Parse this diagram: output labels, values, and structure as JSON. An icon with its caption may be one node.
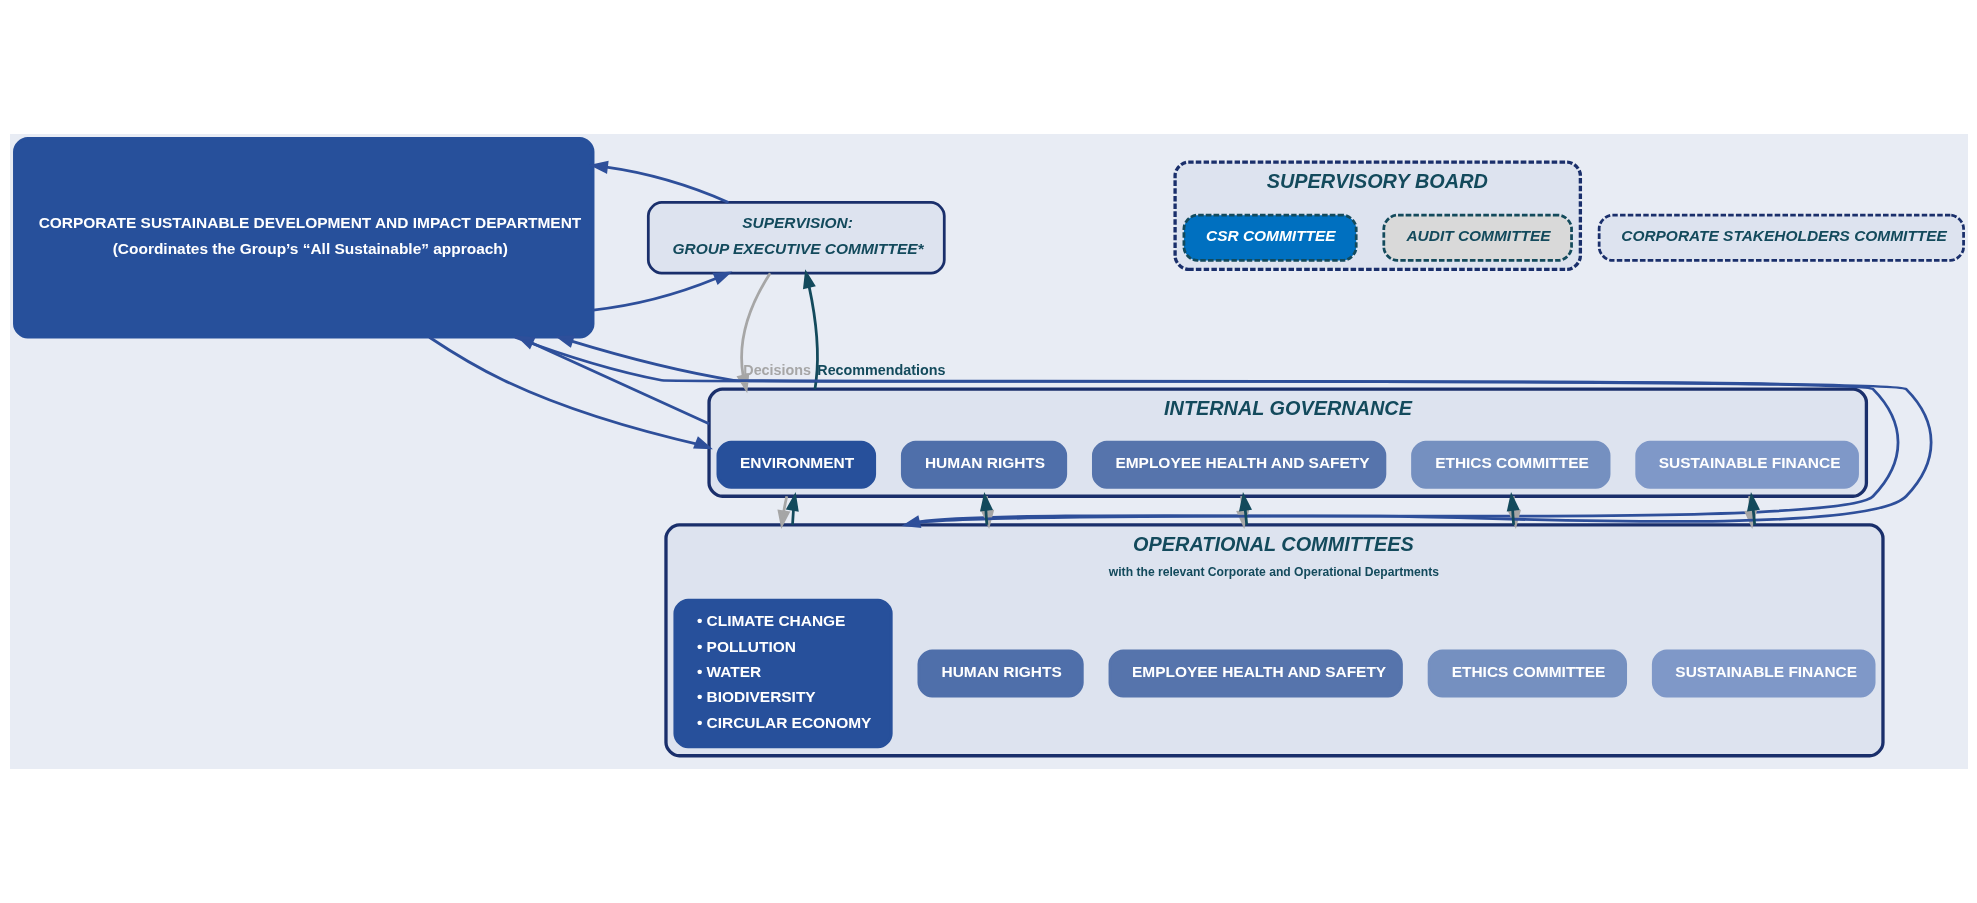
{
  "diagram": {
    "nodes": [
      {
        "text": [
          "CORPORATE SUSTAINABLE DEVELOPMENT AND IMPACT DEPARTMENT",
          "(Coordinates the Group’s “All Sustainable” approach)"
        ]
      },
      {
        "text": [
          "SUPERVISION:",
          "GROUP EXECUTIVE COMMITTEE*"
        ]
      },
      {
        "text": [
          "SUPERVISORY BOARD"
        ]
      },
      {
        "text": [
          "AUDIT COMMITTEE"
        ],
        "in": 2
      },
      {
        "text": [
          "CSR COMMITTEE"
        ],
        "in": 2
      },
      {
        "text": [
          "CORPORATE STAKEHOLDERS COMMITTEE"
        ]
      },
      {
        "text": [
          "INTERNAL GOVERNANCE"
        ]
      },
      {
        "text": [
          "ENVIRONMENT"
        ],
        "in": 6
      },
      {
        "text": [
          "HUMAN RIGHTS"
        ],
        "in": 6
      },
      {
        "text": [
          "EMPLOYEE HEALTH AND SAFETY"
        ],
        "in": 6
      },
      {
        "text": [
          "ETHICS COMMITTEE"
        ],
        "in": 6
      },
      {
        "text": [
          "SUSTAINABLE FINANCE"
        ],
        "in": 6
      },
      {
        "text": [
          "OPERATIONAL COMMITTEES",
          "with the relevant Corporate and Operational Departments"
        ]
      },
      {
        "text": [
          "• CLIMATE CHANGE",
          "• POLLUTION",
          "• WATER",
          "• BIODIVERSITY",
          "• CIRCULAR ECONOMY"
        ],
        "in": 12
      },
      {
        "text": [
          "HUMAN RIGHTS"
        ],
        "in": 12
      },
      {
        "text": [
          "EMPLOYEE HEALTH AND SAFETY"
        ],
        "in": 12
      },
      {
        "text": [
          "ETHICS COMMITTEE"
        ],
        "in": 12
      },
      {
        "text": [
          "SUSTAINABLE FINANCE"
        ],
        "in": 12
      }
    ],
    "edges": [
      {
        "from": 0,
        "to": 1,
        "arrow": "to"
      },
      {
        "from": 1,
        "to": 0,
        "arrow": "to"
      },
      {
        "from": 0,
        "to": 6,
        "arrow": "to"
      },
      {
        "from": 6,
        "to": 0,
        "arrow": "to"
      },
      {
        "from": 0,
        "to": 12,
        "arrow": "to"
      },
      {
        "from": 12,
        "to": 0,
        "arrow": "to"
      },
      {
        "from": 1,
        "to": 6,
        "arrow": "to",
        "label": "Decisions",
        "color": "#a6a6a6"
      },
      {
        "from": 6,
        "to": 1,
        "arrow": "to",
        "label": "Recommendations",
        "color": "#134a5c"
      },
      {
        "from": 7,
        "to": 13,
        "arrow": "to",
        "color": "#a6a6a6"
      },
      {
        "from": 13,
        "to": 7,
        "arrow": "to",
        "color": "#134a5c"
      },
      {
        "from": 8,
        "to": 14,
        "arrow": "to",
        "color": "#a6a6a6"
      },
      {
        "from": 14,
        "to": 8,
        "arrow": "to",
        "color": "#134a5c"
      },
      {
        "from": 9,
        "to": 15,
        "arrow": "to",
        "color": "#a6a6a6"
      },
      {
        "from": 15,
        "to": 9,
        "arrow": "to",
        "color": "#134a5c"
      },
      {
        "from": 10,
        "to": 16,
        "arrow": "to",
        "color": "#a6a6a6"
      },
      {
        "from": 16,
        "to": 10,
        "arrow": "to",
        "color": "#134a5c"
      },
      {
        "from": 11,
        "to": 17,
        "arrow": "to",
        "color": "#a6a6a6"
      },
      {
        "from": 17,
        "to": 11,
        "arrow": "to",
        "color": "#134a5c"
      }
    ]
  }
}
